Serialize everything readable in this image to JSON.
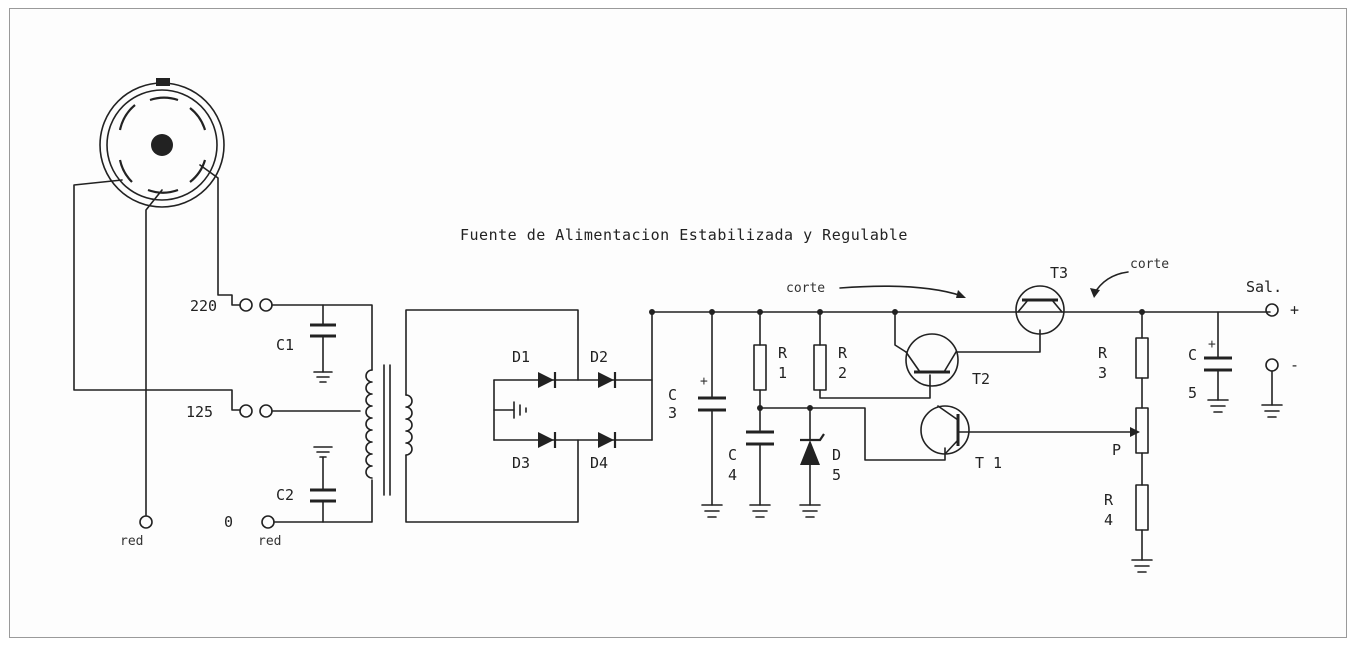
{
  "title": "Fuente de Alimentacion Estabilizada y Regulable",
  "labels": {
    "v220": "220",
    "v125": "125",
    "v0": "0",
    "red1": "red",
    "red2": "red",
    "c1": "C1",
    "c2": "C2",
    "d1": "D1",
    "d2": "D2",
    "d3": "D3",
    "d4": "D4",
    "c3_a": "C",
    "c3_b": "3",
    "r1_a": "R",
    "r1_b": "1",
    "r2_a": "R",
    "r2_b": "2",
    "c4_a": "C",
    "c4_b": "4",
    "d5_a": "D",
    "d5_b": "5",
    "t1": "T 1",
    "t2": "T2",
    "t3": "T3",
    "corte1": "corte",
    "corte2": "corte",
    "r3_a": "R",
    "r3_b": "3",
    "p": "P",
    "r4_a": "R",
    "r4_b": "4",
    "c5_a": "C",
    "c5_b": "5",
    "sal": "Sal.",
    "plus": "+",
    "minus": "-"
  }
}
